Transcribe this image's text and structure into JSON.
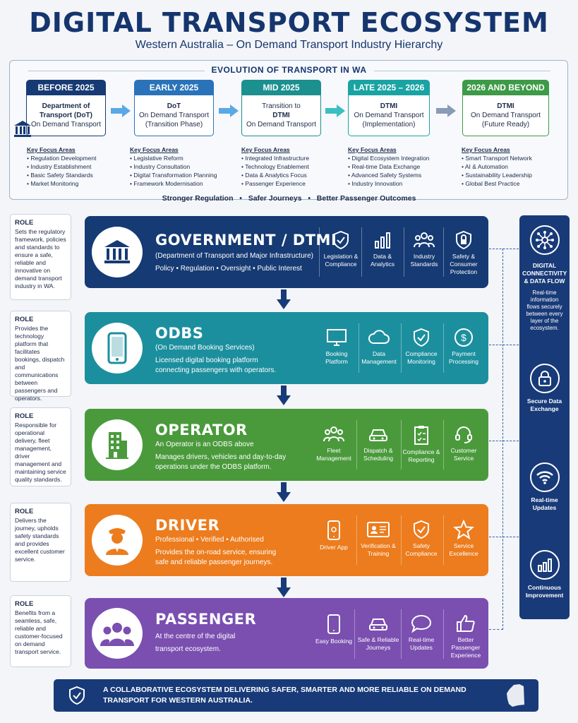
{
  "header": {
    "title": "DIGITAL TRANSPORT ECOSYSTEM",
    "subtitle": "Western Australia – On Demand Transport Industry Hierarchy"
  },
  "evolution": {
    "title": "EVOLUTION OF TRANSPORT IN WA",
    "phases": [
      {
        "label": "BEFORE 2025",
        "color": "#163a73",
        "lines": [
          "Department of",
          "Transport (DoT)",
          "On Demand Transport"
        ],
        "focus_heading": "Key Focus Areas",
        "focus": [
          "Regulation Development",
          "Industry Establishment",
          "Basic Safety Standards",
          "Market Monitoring"
        ]
      },
      {
        "label": "EARLY 2025",
        "color": "#2a73b8",
        "lines": [
          "DoT",
          "On Demand Transport",
          "(Transition Phase)"
        ],
        "focus_heading": "Key Focus Areas",
        "focus": [
          "Legislative Reform",
          "Industry Consultation",
          "Digital Transformation Planning",
          "Framework Modernisation"
        ]
      },
      {
        "label": "MID 2025",
        "color": "#1c8f8f",
        "lines": [
          "Transition to",
          "DTMI",
          "On Demand Transport"
        ],
        "focus_heading": "Key Focus Areas",
        "focus": [
          "Integrated Infrastructure",
          "Technology Enablement",
          "Data & Analytics Focus",
          "Passenger Experience"
        ]
      },
      {
        "label": "LATE 2025 – 2026",
        "color": "#1aa3a3",
        "lines": [
          "DTMI",
          "On Demand Transport",
          "(Implementation)"
        ],
        "focus_heading": "Key Focus Areas",
        "focus": [
          "Digital Ecosystem Integration",
          "Real-time Data Exchange",
          "Advanced Safety Systems",
          "Industry Innovation"
        ]
      },
      {
        "label": "2026 AND BEYOND",
        "color": "#3d9a47",
        "lines": [
          "DTMI",
          "On Demand Transport",
          "(Future Ready)"
        ],
        "focus_heading": "Key Focus Areas",
        "focus": [
          "Smart Transport Network",
          "AI & Automation",
          "Sustainability Leadership",
          "Global Best Practice"
        ]
      }
    ],
    "benefits": [
      "Stronger Regulation",
      "Safer Journeys",
      "Better Passenger Outcomes"
    ]
  },
  "layers": [
    {
      "role_heading": "ROLE",
      "role": "Sets the regulatory framework, policies and standards to ensure a safe, reliable and innovative on demand transport industry in WA.",
      "title": "GOVERNMENT / DTMI",
      "lines": [
        "(Department of Transport and Major Infrastructure)",
        "Policy • Regulation • Oversight • Public Interest"
      ],
      "color": "#163a73",
      "icon": "government-building-icon",
      "features": [
        {
          "icon": "shield-check-icon",
          "label": "Legislation & Compliance"
        },
        {
          "icon": "bar-chart-icon",
          "label": "Data & Analytics"
        },
        {
          "icon": "people-group-icon",
          "label": "Industry Standards"
        },
        {
          "icon": "shield-lock-icon",
          "label": "Safety & Consumer Protection"
        }
      ]
    },
    {
      "role_heading": "ROLE",
      "role": "Provides the technology platform that facilitates bookings, dispatch and communications between passengers and operators.",
      "title": "ODBS",
      "lines": [
        "(On Demand Booking Services)",
        "Licensed digital booking platform",
        "connecting passengers with operators."
      ],
      "color": "#1c8f9e",
      "icon": "smartphone-icon",
      "features": [
        {
          "icon": "monitor-icon",
          "label": "Booking Platform"
        },
        {
          "icon": "cloud-icon",
          "label": "Data Management"
        },
        {
          "icon": "shield-check-icon",
          "label": "Compliance Monitoring"
        },
        {
          "icon": "dollar-icon",
          "label": "Payment Processing"
        }
      ]
    },
    {
      "role_heading": "ROLE",
      "role": "Responsible for operational delivery, fleet management, driver management and maintaining service quality standards.",
      "title": "OPERATOR",
      "lines": [
        "An Operator is an ODBS above",
        "Manages drivers, vehicles and day-to-day",
        "operations under the ODBS platform."
      ],
      "color": "#4a9a3c",
      "icon": "office-building-icon",
      "features": [
        {
          "icon": "people-group-icon",
          "label": "Fleet Management"
        },
        {
          "icon": "car-icon",
          "label": "Dispatch & Scheduling"
        },
        {
          "icon": "clipboard-check-icon",
          "label": "Compliance & Reporting"
        },
        {
          "icon": "headset-icon",
          "label": "Customer Service"
        }
      ]
    },
    {
      "role_heading": "ROLE",
      "role": "Delivers the journey, upholds safety standards and provides excellent customer service.",
      "title": "DRIVER",
      "lines": [
        "Professional • Verified • Authorised",
        "Provides the on-road service, ensuring",
        "safe and reliable passenger journeys."
      ],
      "color": "#ec7c1d",
      "icon": "driver-icon",
      "features": [
        {
          "icon": "smartphone-icon",
          "label": "Driver App"
        },
        {
          "icon": "id-card-icon",
          "label": "Verification & Training"
        },
        {
          "icon": "shield-check-icon",
          "label": "Safety Compliance"
        },
        {
          "icon": "star-icon",
          "label": "Service Excellence"
        }
      ]
    },
    {
      "role_heading": "ROLE",
      "role": "Benefits from a seamless, safe, reliable and customer-focused on demand transport service.",
      "title": "PASSENGER",
      "lines": [
        "At the centre of the digital",
        "transport ecosystem."
      ],
      "color": "#7a4fb0",
      "icon": "passengers-icon",
      "features": [
        {
          "icon": "smartphone-icon",
          "label": "Easy Booking"
        },
        {
          "icon": "car-icon",
          "label": "Safe & Reliable Journeys"
        },
        {
          "icon": "chat-bubble-icon",
          "label": "Real-time Updates"
        },
        {
          "icon": "thumbs-up-icon",
          "label": "Better Passenger Experience"
        }
      ]
    }
  ],
  "sidebar": {
    "heading": "DIGITAL CONNECTIVITY & DATA FLOW",
    "description": "Real-time information flows securely between every layer of the ecosystem.",
    "items": [
      {
        "icon": "lock-icon",
        "label": "Secure Data Exchange"
      },
      {
        "icon": "wifi-icon",
        "label": "Real-time Updates"
      },
      {
        "icon": "bar-chart-icon",
        "label": "Continuous Improvement"
      }
    ]
  },
  "footer": {
    "text": "A COLLABORATIVE ECOSYSTEM DELIVERING SAFER, SMARTER AND MORE RELIABLE ON DEMAND TRANSPORT FOR WESTERN AUSTRALIA.",
    "icon": "shield-check-icon",
    "map_icon": "western-australia-map-icon"
  }
}
